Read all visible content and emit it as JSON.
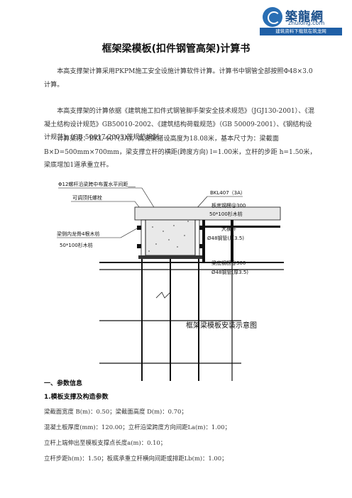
{
  "logo": {
    "name": "築龍網",
    "domain": "zhulong.com",
    "slogan": "建筑资料下载就在筑龙网"
  },
  "title": "框架梁模板(扣件钢管高架)计算书",
  "paragraphs": [
    "本高支撑架计算采用PKPM施工安全设施计算软件计算。计算书中钢管全部按照Φ48×3.0计算。",
    "本高支撑架的计算依据《建筑施工扣件式钢管脚手架安全技术规范》（JGJ130-2001）、《混凝土结构设计规范》GB50010-2002、《建筑结构荷载规范》（GB 50009-2001）、《钢结构设计规范》（GB 50017-2003)等规范编制。",
    "计算梁段：BKL-407(3A)。高支架搭设高度为18.08米，基本尺寸为：梁截面 B×D=500mm×700mm，梁支撑立杆的横距(跨度方向) l=1.00米，立杆的步距 h=1.50米，梁底增加1道承重立杆。"
  ],
  "diagram": {
    "labels": {
      "bolt": "Φ12螺杆沿梁跨中布置水平间距___",
      "support_bolt": "可调顶托螺栓",
      "beam_code": "BKL407（3A）",
      "form_steel_pipe": "板底钢楞@300",
      "form_wood": "50*100杉木枋",
      "side_wood_label": "梁侧内龙骨4根木枋",
      "side_wood_size": "50*100杉木枋",
      "cross_bar": "大横杆",
      "cross_bar_size": "Ø48钢管(厚3.5)",
      "bottom_steel": "梁底钢楞@300",
      "bottom_steel_size": "Ø48钢管(厚3.5)",
      "caption": "框架梁模板安装示意图"
    }
  },
  "section1": "一、参数信息",
  "section1_1": "1.模板支撑及构造参数",
  "params": [
    "梁截面宽度 B(m)：0.50；梁截面高度 D(m)：0.70；",
    "混凝土板厚度(mm)：120.00；立杆沿梁跨度方向间距La(m)：1.00；",
    "立杆上端伸出至模板支撑点长度a(m)：0.10；",
    "立杆步距h(m)：1.50；板底承重立杆横向间距或排距Lb(m)：1.00；"
  ]
}
